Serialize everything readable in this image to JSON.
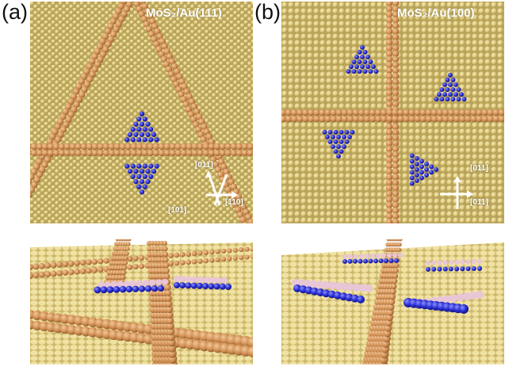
{
  "panels": {
    "a": {
      "letter": "(a)",
      "title": "MoS₂/Au(111)",
      "axis_up": "[011]",
      "axis_right": "[110]",
      "axis_left": "[101]"
    },
    "b": {
      "letter": "(b)",
      "title": "MoS₂/Au(100)",
      "axis_up": "[011]",
      "axis_right": "[011]"
    }
  },
  "colors": {
    "gold_substrate": "#d9c47a",
    "gold_atom_highlight": "#f3e6a8",
    "adatom_rows": "#d39056",
    "mo_atoms": "#2a2fc8",
    "s_atoms": "#e8c6d6",
    "background": "#ffffff"
  }
}
